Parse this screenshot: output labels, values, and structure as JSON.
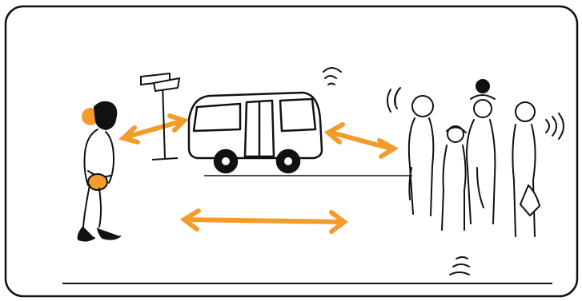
{
  "scene": {
    "street_sign": {
      "texts": []
    },
    "colors": {
      "ink": "#111111",
      "accent": "#F39C2C",
      "frame": "#111111",
      "background": "#ffffff"
    },
    "icons": {
      "woman": "pedestrian-with-headphones",
      "bus": "minibus-van",
      "group": "group-of-people",
      "sound": "sound-wave-icon"
    }
  }
}
